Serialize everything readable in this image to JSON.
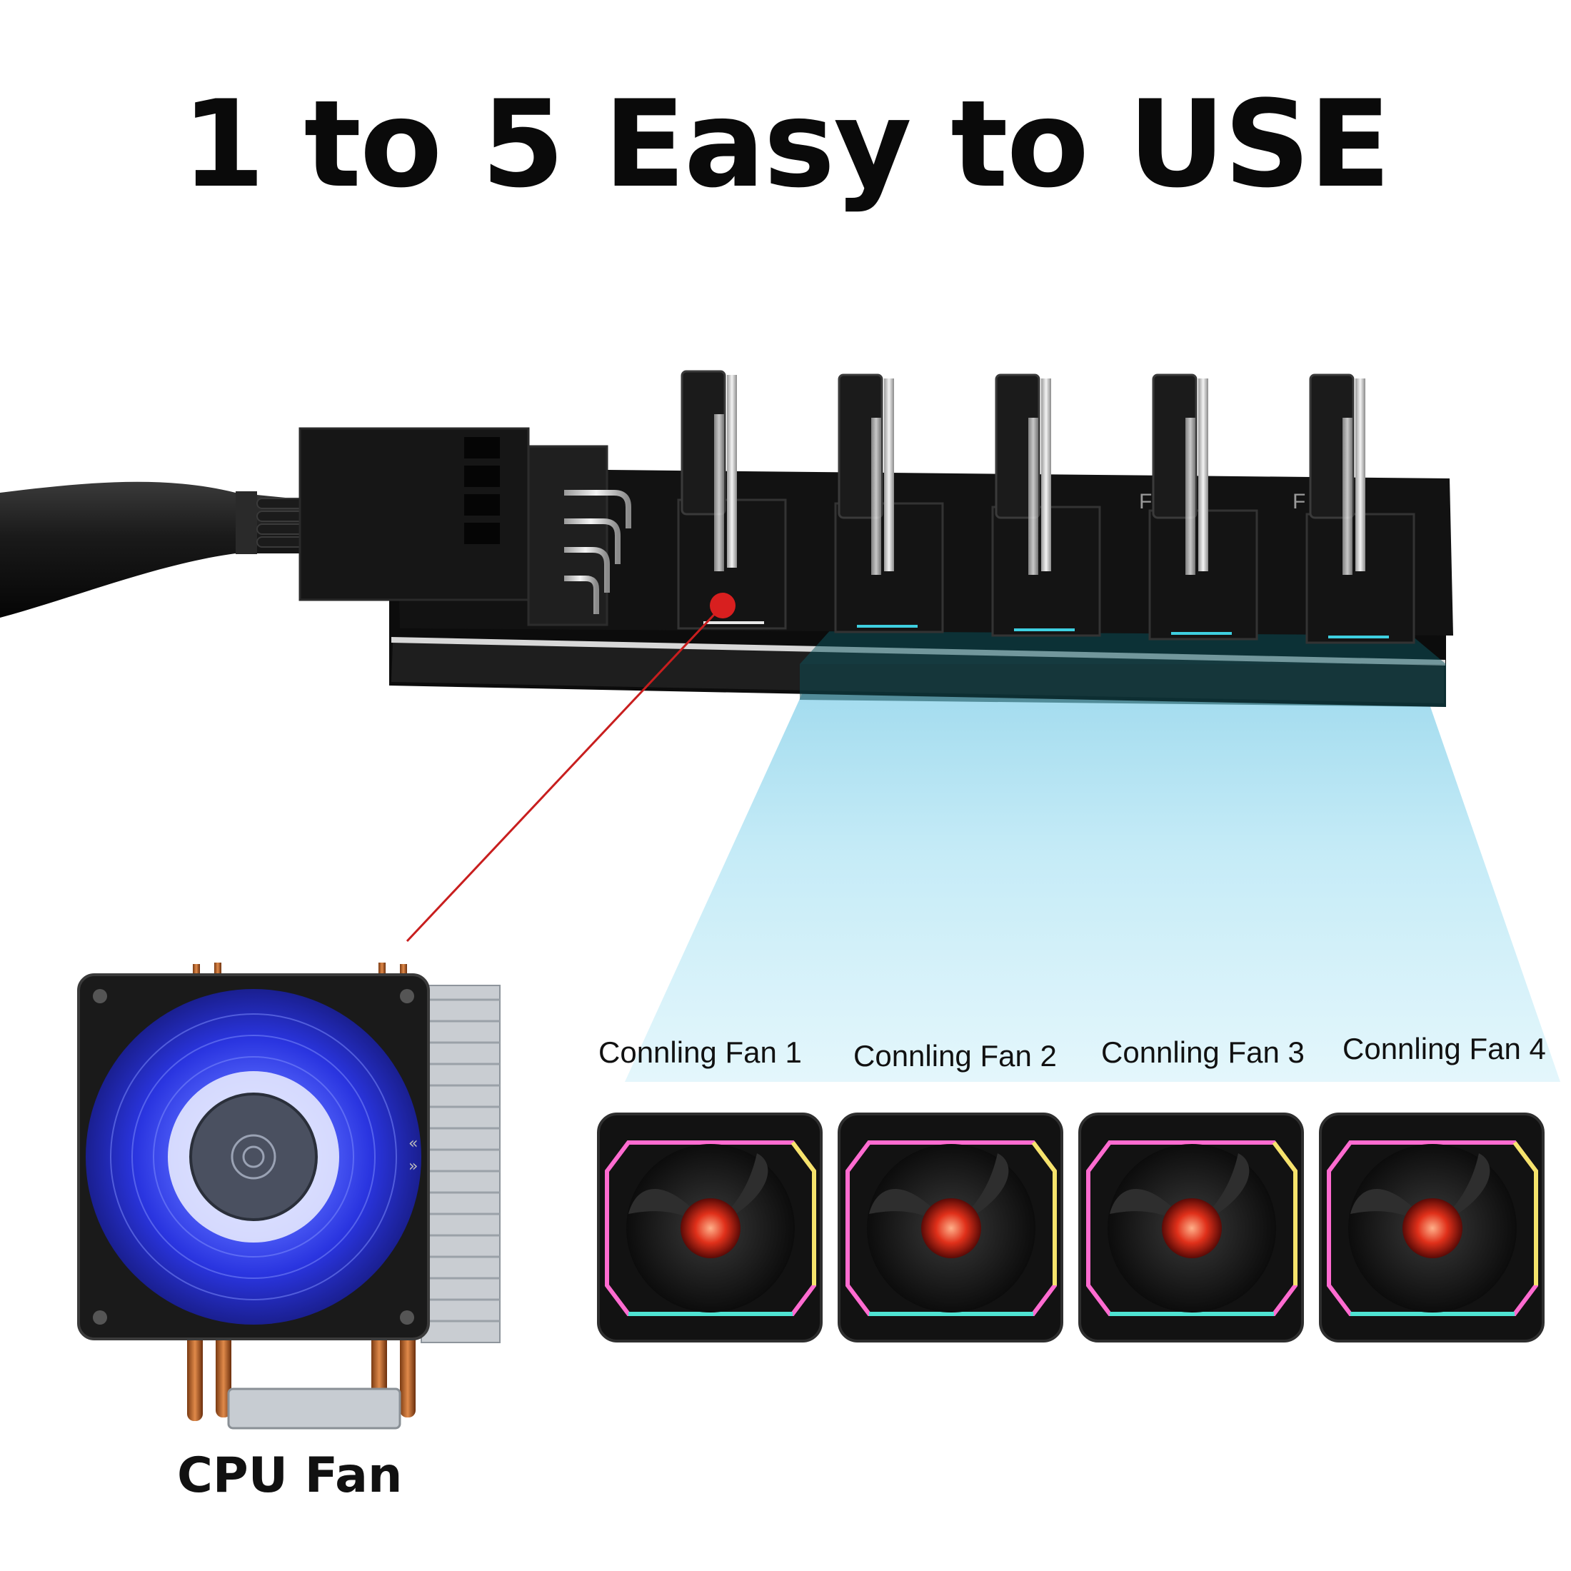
{
  "title": "1 to 5 Easy to USE",
  "cpu_fan": {
    "label": "CPU Fan"
  },
  "cooling_fans": [
    {
      "label": "Connling Fan 1"
    },
    {
      "label": "Connling Fan 2"
    },
    {
      "label": "Connling Fan 3"
    },
    {
      "label": "Connling Fan 4"
    }
  ],
  "hub": {
    "port_count": 5,
    "board_markings": [
      "F",
      "F"
    ]
  },
  "colors": {
    "beam": "#bfe9f6",
    "pointer": "#c81e1e",
    "cpu_fan_glow": "#2c3cff",
    "ring_rgb": [
      "#ff6bd0",
      "#f5e36b",
      "#4fe3d2",
      "#7a8cff"
    ]
  }
}
